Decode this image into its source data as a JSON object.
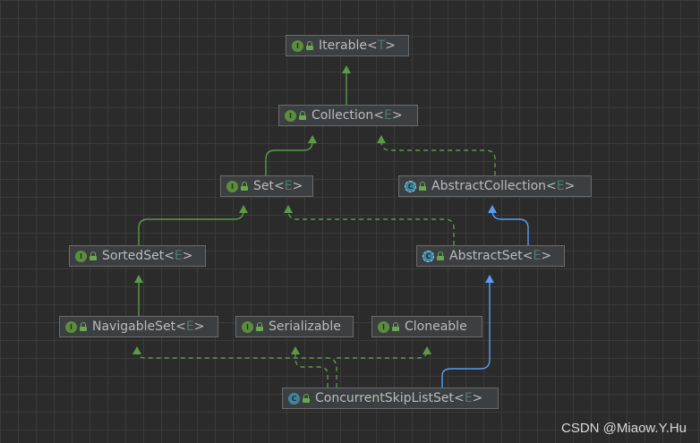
{
  "diagram": {
    "nodes": [
      {
        "id": "iterable",
        "name": "Iterable",
        "type_param": "T",
        "kind": "interface",
        "icon_letter": "I"
      },
      {
        "id": "collection",
        "name": "Collection",
        "type_param": "E",
        "kind": "interface",
        "icon_letter": "I"
      },
      {
        "id": "set",
        "name": "Set",
        "type_param": "E",
        "kind": "interface",
        "icon_letter": "I"
      },
      {
        "id": "abstract_collection",
        "name": "AbstractCollection",
        "type_param": "E",
        "kind": "abstract",
        "icon_letter": "C"
      },
      {
        "id": "sorted_set",
        "name": "SortedSet",
        "type_param": "E",
        "kind": "interface",
        "icon_letter": "I"
      },
      {
        "id": "abstract_set",
        "name": "AbstractSet",
        "type_param": "E",
        "kind": "abstract",
        "icon_letter": "C"
      },
      {
        "id": "navigable_set",
        "name": "NavigableSet",
        "type_param": "E",
        "kind": "interface",
        "icon_letter": "I"
      },
      {
        "id": "serializable",
        "name": "Serializable",
        "type_param": "",
        "kind": "interface",
        "icon_letter": "I"
      },
      {
        "id": "cloneable",
        "name": "Cloneable",
        "type_param": "",
        "kind": "interface",
        "icon_letter": "I"
      },
      {
        "id": "concurrent_skip_list_set",
        "name": "ConcurrentSkipListSet",
        "type_param": "E",
        "kind": "class",
        "icon_letter": "C"
      }
    ],
    "edges": [
      {
        "from": "collection",
        "to": "iterable",
        "relation": "extends"
      },
      {
        "from": "set",
        "to": "collection",
        "relation": "extends"
      },
      {
        "from": "abstract_collection",
        "to": "collection",
        "relation": "implements"
      },
      {
        "from": "sorted_set",
        "to": "set",
        "relation": "extends"
      },
      {
        "from": "abstract_set",
        "to": "set",
        "relation": "implements"
      },
      {
        "from": "abstract_set",
        "to": "abstract_collection",
        "relation": "class-extends"
      },
      {
        "from": "navigable_set",
        "to": "sorted_set",
        "relation": "extends"
      },
      {
        "from": "concurrent_skip_list_set",
        "to": "navigable_set",
        "relation": "implements"
      },
      {
        "from": "concurrent_skip_list_set",
        "to": "serializable",
        "relation": "implements"
      },
      {
        "from": "concurrent_skip_list_set",
        "to": "cloneable",
        "relation": "implements"
      },
      {
        "from": "concurrent_skip_list_set",
        "to": "abstract_set",
        "relation": "class-extends"
      }
    ],
    "colors": {
      "interface_extends": "#5a9a4a",
      "implements": "#5a9a4a",
      "class_extends": "#589df6",
      "node_bg": "#3c3f41",
      "type_param": "#507874"
    }
  },
  "watermark": "CSDN @Miaow.Y.Hu"
}
